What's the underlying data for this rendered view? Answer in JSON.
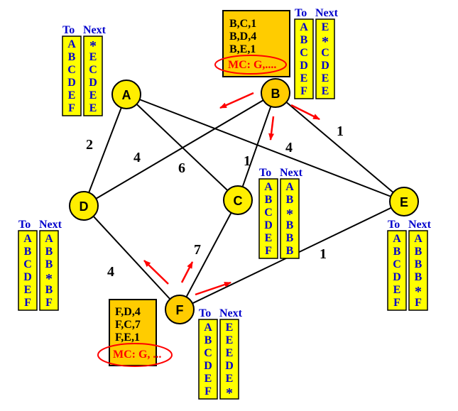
{
  "nodes": [
    {
      "id": "A",
      "label": "A"
    },
    {
      "id": "B",
      "label": "B"
    },
    {
      "id": "C",
      "label": "C"
    },
    {
      "id": "D",
      "label": "D"
    },
    {
      "id": "E",
      "label": "E"
    },
    {
      "id": "F",
      "label": "F"
    }
  ],
  "edges": [
    {
      "from": "A",
      "to": "D",
      "weight": "2"
    },
    {
      "from": "A",
      "to": "C",
      "weight": "6"
    },
    {
      "from": "A",
      "to": "E",
      "weight": "4"
    },
    {
      "from": "B",
      "to": "D",
      "weight": "4"
    },
    {
      "from": "B",
      "to": "C",
      "weight": "1"
    },
    {
      "from": "B",
      "to": "E",
      "weight": "1"
    },
    {
      "from": "D",
      "to": "F",
      "weight": "4"
    },
    {
      "from": "C",
      "to": "F",
      "weight": "7"
    },
    {
      "from": "F",
      "to": "E",
      "weight": "1"
    }
  ],
  "routing_tables": {
    "header": {
      "to": "To",
      "next": "Next"
    },
    "A": {
      "to": [
        "A",
        "B",
        "C",
        "D",
        "E",
        "F"
      ],
      "next": [
        "*",
        "E",
        "C",
        "D",
        "E",
        "E"
      ]
    },
    "B": {
      "to": [
        "A",
        "B",
        "C",
        "D",
        "E",
        "F"
      ],
      "next": [
        "E",
        "*",
        "C",
        "D",
        "E",
        "E"
      ]
    },
    "C": {
      "to": [
        "A",
        "B",
        "C",
        "D",
        "E",
        "F"
      ],
      "next": [
        "A",
        "B",
        "*",
        "B",
        "B",
        "B"
      ]
    },
    "D": {
      "to": [
        "A",
        "B",
        "C",
        "D",
        "E",
        "F"
      ],
      "next": [
        "A",
        "B",
        "B",
        "*",
        "B",
        "F"
      ]
    },
    "E": {
      "to": [
        "A",
        "B",
        "C",
        "D",
        "E",
        "F"
      ],
      "next": [
        "A",
        "B",
        "B",
        "B",
        "*",
        "F"
      ]
    },
    "F": {
      "to": [
        "A",
        "B",
        "C",
        "D",
        "E",
        "F"
      ],
      "next": [
        "E",
        "E",
        "E",
        "D",
        "E",
        "*"
      ]
    }
  },
  "link_state_packets": {
    "B": {
      "lines": [
        "B,C,1",
        "B,D,4",
        "B,E,1"
      ],
      "mc": "MC: G,...."
    },
    "F": {
      "lines": [
        "F,D,4",
        "F,C,7",
        "F,E,1"
      ],
      "mc": "MC: G, ..."
    }
  },
  "colors": {
    "node_fill": "#ffee00",
    "source_node_fill": "#ffcc00",
    "table_fill": "#ffff00",
    "table_text": "#0000cc",
    "packet_fill": "#ffcc00",
    "multicast_text": "#ff0000",
    "arrow": "#ff0000"
  }
}
